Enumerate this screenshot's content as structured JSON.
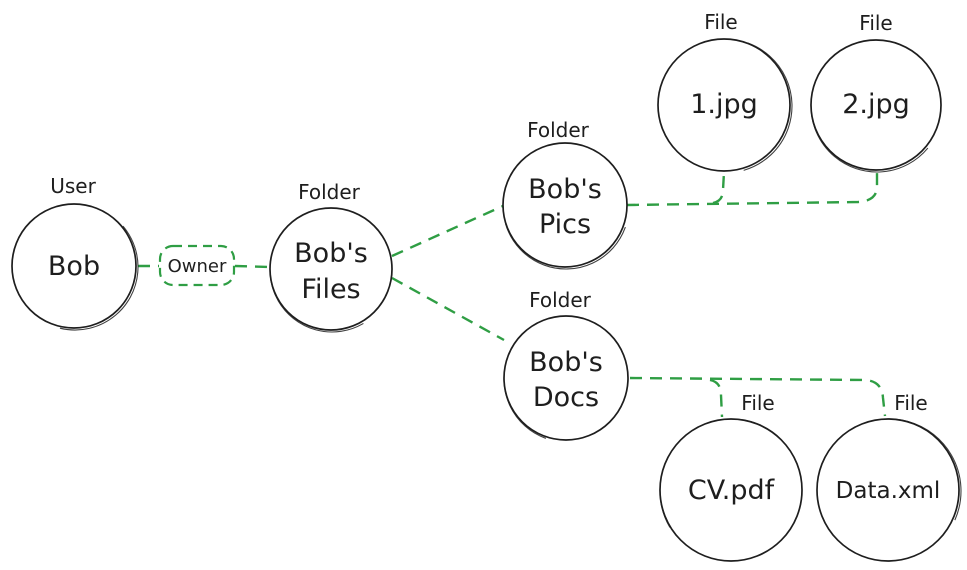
{
  "palette": {
    "node_stroke": "#1e1e1e",
    "text": "#1e1e1e",
    "edge_accent": "#2f9e44",
    "background": "#ffffff"
  },
  "diagram": {
    "nodes": [
      {
        "id": "bob",
        "type": "User",
        "lines": [
          "Bob"
        ]
      },
      {
        "id": "bobs-files",
        "type": "Folder",
        "lines": [
          "Bob's",
          "Files"
        ]
      },
      {
        "id": "bobs-pics",
        "type": "Folder",
        "lines": [
          "Bob's",
          "Pics"
        ]
      },
      {
        "id": "bobs-docs",
        "type": "Folder",
        "lines": [
          "Bob's",
          "Docs"
        ]
      },
      {
        "id": "file-1jpg",
        "type": "File",
        "lines": [
          "1.jpg"
        ]
      },
      {
        "id": "file-2jpg",
        "type": "File",
        "lines": [
          "2.jpg"
        ]
      },
      {
        "id": "file-cvpdf",
        "type": "File",
        "lines": [
          "CV.pdf"
        ]
      },
      {
        "id": "file-dataxml",
        "type": "File",
        "lines": [
          "Data.xml"
        ]
      }
    ],
    "edges": [
      {
        "from": "bob",
        "to": "bobs-files",
        "label": "Owner"
      },
      {
        "from": "bobs-files",
        "to": "bobs-pics"
      },
      {
        "from": "bobs-files",
        "to": "bobs-docs"
      },
      {
        "from": "bobs-pics",
        "to": "file-1jpg"
      },
      {
        "from": "bobs-pics",
        "to": "file-2jpg"
      },
      {
        "from": "bobs-docs",
        "to": "file-cvpdf"
      },
      {
        "from": "bobs-docs",
        "to": "file-dataxml"
      }
    ]
  }
}
